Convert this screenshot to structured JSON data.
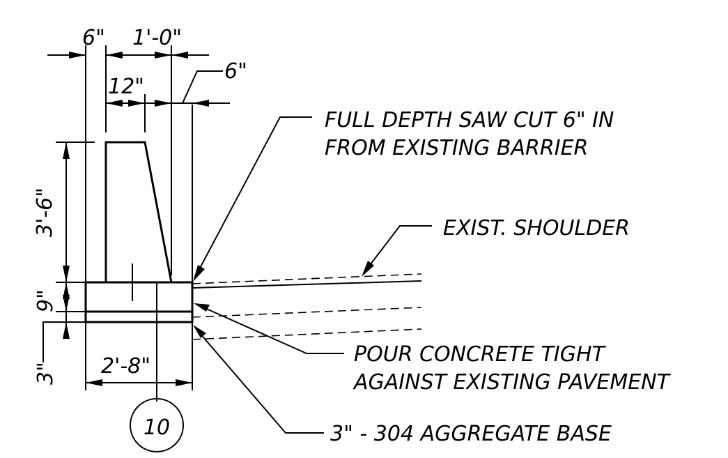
{
  "dimensions": {
    "top_6": "6\"",
    "top_1ft": "1'-0\"",
    "top_12": "12\"",
    "right_6": "6\"",
    "height_3ft6": "3'-6\"",
    "depth_9": "9\"",
    "base_3": "3\"",
    "width_2ft8": "2'-8\""
  },
  "callouts": {
    "saw_cut_line1": "FULL DEPTH SAW CUT 6\" IN",
    "saw_cut_line2": "FROM EXISTING BARRIER",
    "shoulder": "EXIST. SHOULDER",
    "pour_line1": "POUR CONCRETE TIGHT",
    "pour_line2": "AGAINST EXISTING PAVEMENT",
    "aggregate": "3\" - 304 AGGREGATE BASE"
  },
  "detail_tag": "10"
}
